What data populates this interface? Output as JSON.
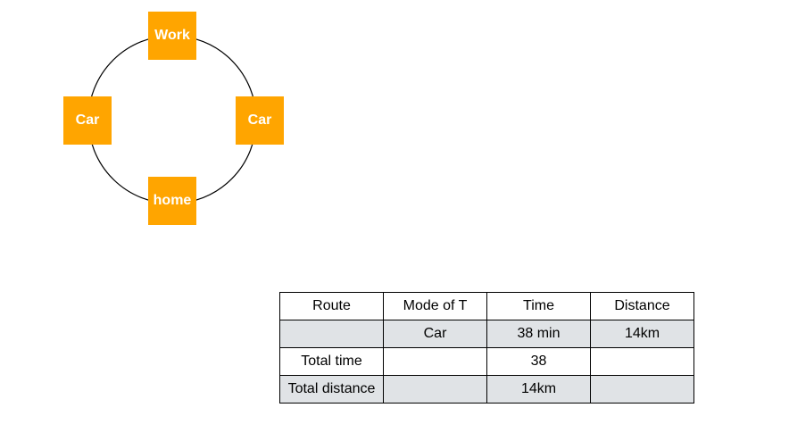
{
  "diagram": {
    "node_color": "#FFA500",
    "ring_color": "#000000",
    "nodes": {
      "top": "Work",
      "left": "Car",
      "right": "Car",
      "bottom": "home"
    }
  },
  "table": {
    "shade_color": "#E0E3E6",
    "headers": [
      "Route",
      "Mode of T",
      "Time",
      "Distance"
    ],
    "rows": [
      [
        "",
        "Car",
        "38 min",
        "14km"
      ],
      [
        "Total time",
        "",
        "38",
        ""
      ],
      [
        "Total distance",
        "",
        "14km",
        ""
      ]
    ]
  }
}
